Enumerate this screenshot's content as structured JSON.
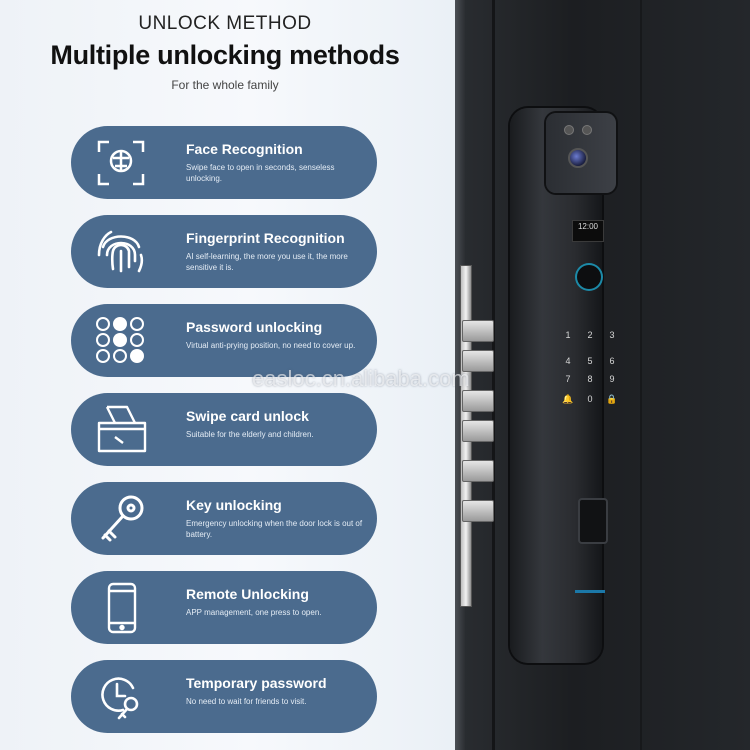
{
  "header": {
    "title_top": "UNLOCK METHOD",
    "title_main": "Multiple unlocking methods",
    "subtitle": "For the whole family"
  },
  "methods": [
    {
      "title": "Face Recognition",
      "desc": "Swipe face to open in seconds, senseless unlocking.",
      "icon": "face-recognition-icon"
    },
    {
      "title": "Fingerprint Recognition",
      "desc": "AI self-learning, the more you use it, the more sensitive it is.",
      "icon": "fingerprint-icon"
    },
    {
      "title": "Password unlocking",
      "desc": "Virtual anti-prying position, no need to cover up.",
      "icon": "keypad-icon"
    },
    {
      "title": "Swipe card unlock",
      "desc": "Suitable for the elderly and children.",
      "icon": "card-icon"
    },
    {
      "title": "Key unlocking",
      "desc": "Emergency unlocking when the door lock is out of battery.",
      "icon": "key-icon"
    },
    {
      "title": "Remote Unlocking",
      "desc": "APP management, one press to open.",
      "icon": "phone-icon"
    },
    {
      "title": "Temporary password",
      "desc": "No need to wait for friends to visit.",
      "icon": "temporary-password-icon"
    }
  ],
  "watermark": "easloc.cn.alibaba.com",
  "lock": {
    "time": "12:00",
    "keys": [
      "1",
      "2",
      "3",
      "4",
      "5",
      "6",
      "7",
      "8",
      "9",
      "0"
    ]
  },
  "colors": {
    "pill": "#4b6b8e",
    "door": "#1c1e21"
  }
}
